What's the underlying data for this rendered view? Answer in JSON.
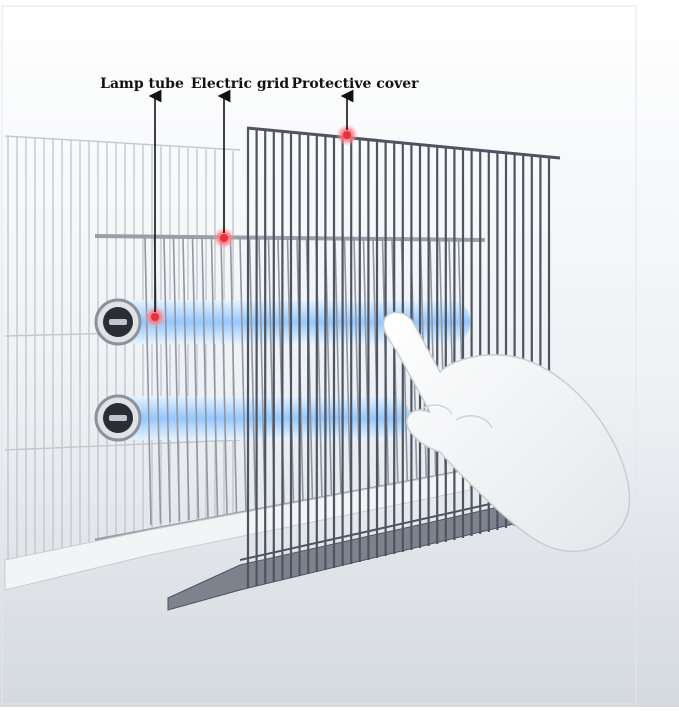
{
  "labels": {
    "lamp_tube": "Lamp tube",
    "electric_grid": "Electric grid",
    "protective_cover": "Protective cover"
  },
  "colors": {
    "label_text": "#111111",
    "arrow": "#111111",
    "marker": "#e8303f",
    "lamp_glow": "#9fd0ff",
    "grid_metal": "#8a8f98",
    "cover_metal": "#4e5560",
    "background_top": "#ffffff",
    "background_bottom": "#d8dde3"
  },
  "icons": {
    "hand": "pointing-hand-icon",
    "marker": "red-dot-marker-icon",
    "lamp_cap": "lamp-cap-icon"
  }
}
